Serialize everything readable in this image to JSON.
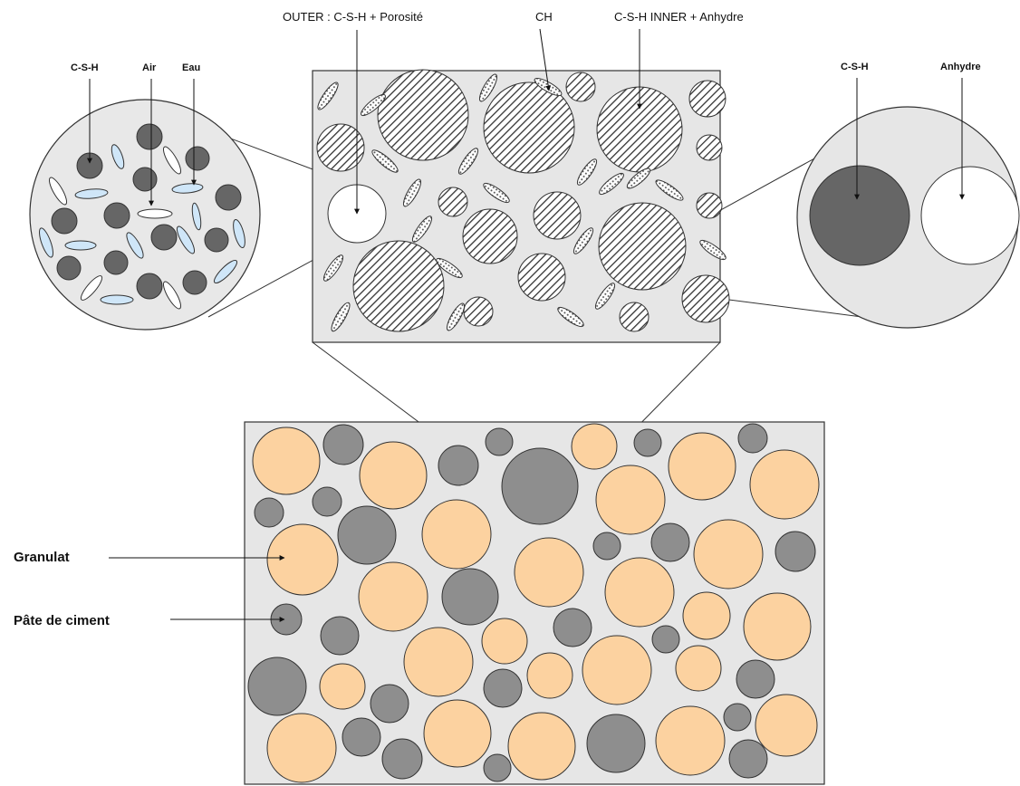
{
  "labels": {
    "outer": "OUTER : C-S-H + Porosité",
    "ch": "CH",
    "inner": "C-S-H INNER + Anhydre",
    "left_csh": "C-S-H",
    "left_air": "Air",
    "left_eau": "Eau",
    "right_csh": "C-S-H",
    "right_anhydre": "Anhydre",
    "granulat": "Granulat",
    "pate": "Pâte de ciment"
  },
  "colors": {
    "aggregate": "#fcd2a0",
    "cement_paste_grain": "#8e8e8e",
    "matrix_background": "#e6e6e6",
    "water": "#cfe6f8",
    "csh_dark": "#666666",
    "anhydrous": "#ffffff"
  }
}
